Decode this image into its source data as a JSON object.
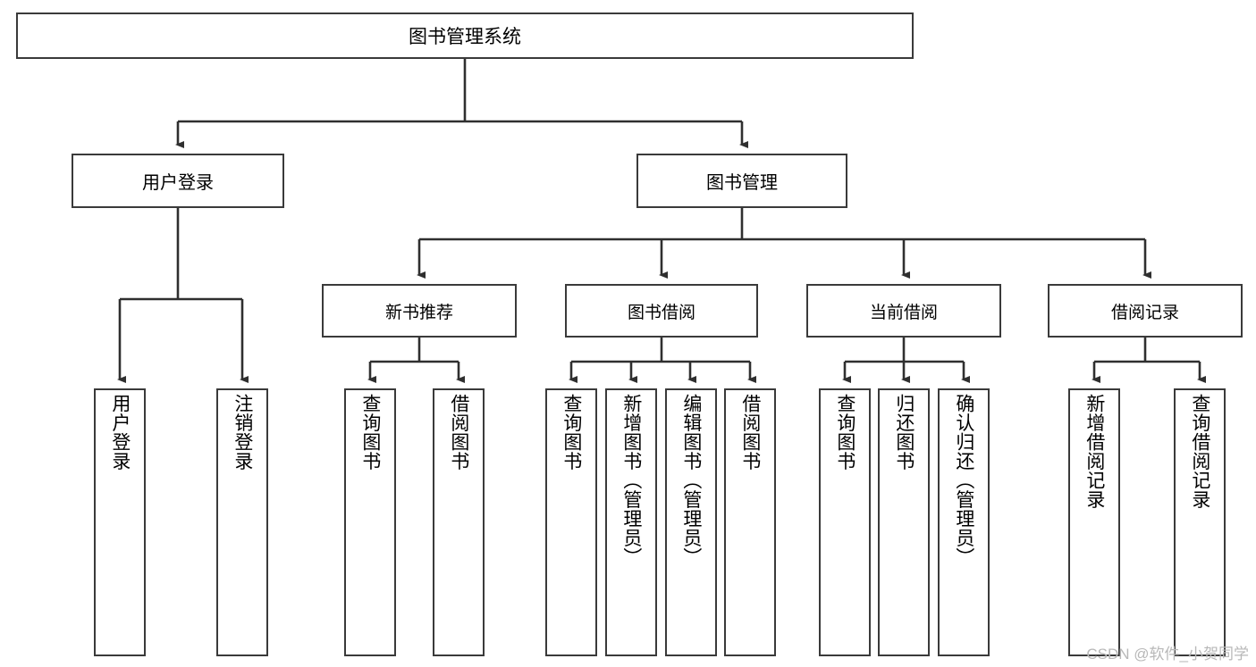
{
  "diagram": {
    "title": "图书管理系统",
    "type": "tree-hierarchy-diagram",
    "colors": {
      "border": "#3a3a3a",
      "background": "#ffffff",
      "text": "#000000",
      "watermark": "#b8b8b8"
    },
    "root": {
      "label": "图书管理系统"
    },
    "level1": [
      {
        "label": "用户登录"
      },
      {
        "label": "图书管理"
      }
    ],
    "level2": [
      {
        "label": "新书推荐"
      },
      {
        "label": "图书借阅"
      },
      {
        "label": "当前借阅"
      },
      {
        "label": "借阅记录"
      }
    ],
    "leaves": {
      "user_login": [
        {
          "label": "用户登录"
        },
        {
          "label": "注销登录"
        }
      ],
      "new_book_recommend": [
        {
          "label": "查询图书"
        },
        {
          "label": "借阅图书"
        }
      ],
      "book_borrow": [
        {
          "label": "查询图书"
        },
        {
          "label": "新增图书（管理员）"
        },
        {
          "label": "编辑图书（管理员）"
        },
        {
          "label": "借阅图书"
        }
      ],
      "current_borrow": [
        {
          "label": "查询图书"
        },
        {
          "label": "归还图书"
        },
        {
          "label": "确认归还（管理员）"
        }
      ],
      "borrow_record": [
        {
          "label": "新增借阅记录"
        },
        {
          "label": "查询借阅记录"
        }
      ]
    }
  },
  "watermark": {
    "text": "CSDN @软件_小贺同学"
  }
}
